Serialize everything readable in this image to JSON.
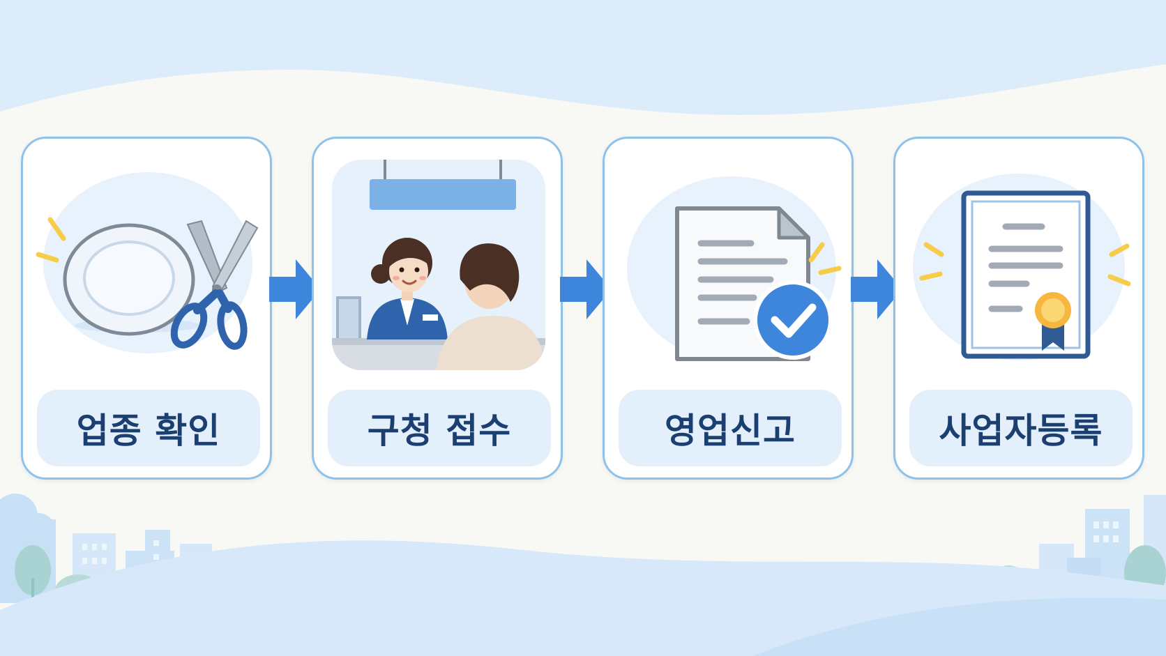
{
  "steps": [
    {
      "label": "업종 확인",
      "icon": "plate-scissors-icon"
    },
    {
      "label": "구청 접수",
      "icon": "service-counter-icon"
    },
    {
      "label": "영업신고",
      "icon": "document-check-icon"
    },
    {
      "label": "사업자등록",
      "icon": "certificate-icon"
    }
  ],
  "colors": {
    "accent": "#3d86dc",
    "card_border": "#8fc2ea",
    "label_bg": "#e3f0fc",
    "label_text": "#1c3f72"
  }
}
